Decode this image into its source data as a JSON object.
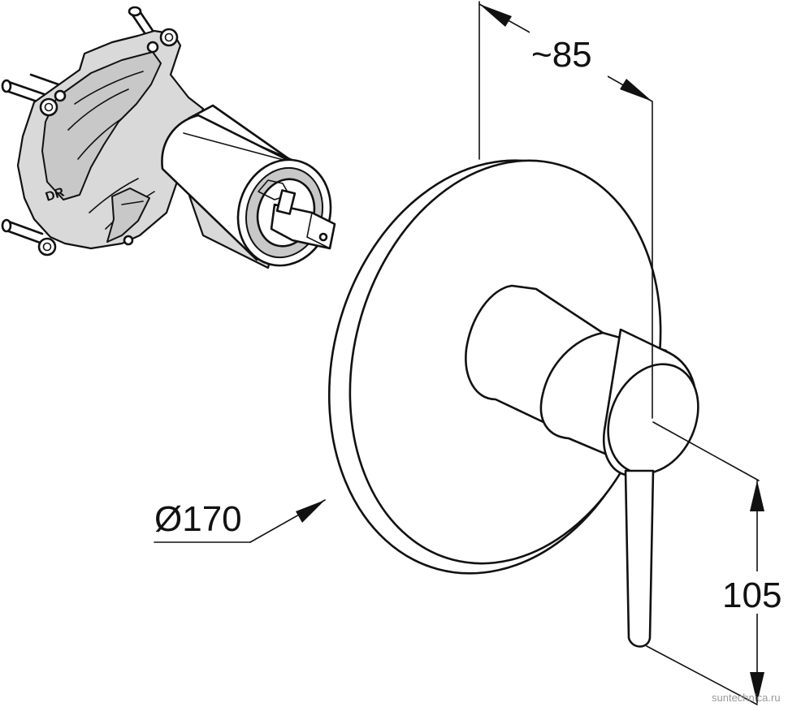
{
  "dimensions": {
    "depth": "~85",
    "diameter": "Ø170",
    "height": "105"
  },
  "watermark": "suntechnica.ru",
  "valve_marking": "DR",
  "colors": {
    "line": "#111111",
    "body_shade": "#d9d9d9",
    "background": "#ffffff"
  }
}
